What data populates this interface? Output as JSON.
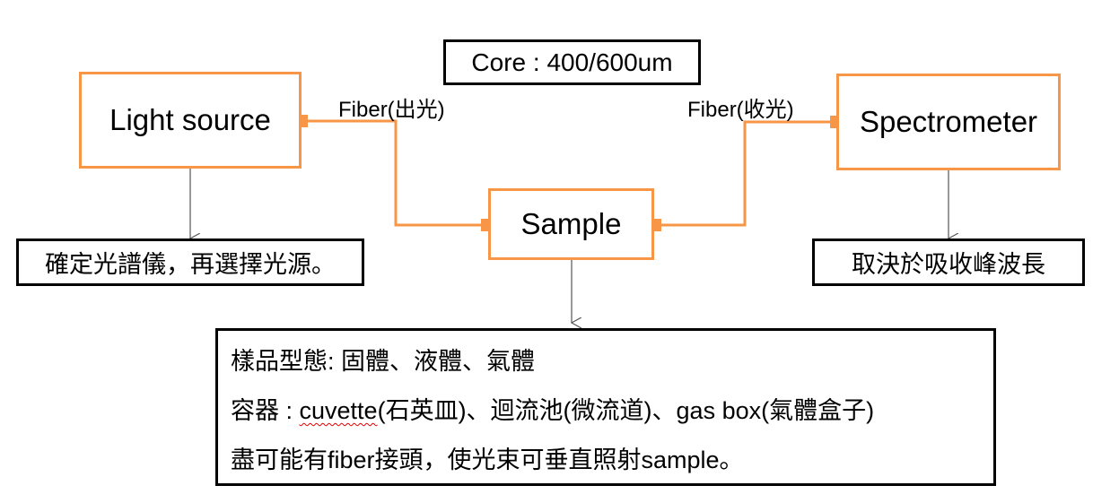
{
  "core_label": "Core : 400/600um",
  "nodes": {
    "light_source": "Light source",
    "sample": "Sample",
    "spectrometer": "Spectrometer"
  },
  "fibers": {
    "out": "Fiber(出光)",
    "in": "Fiber(收光)"
  },
  "notes": {
    "light_source": "確定光譜儀，再選擇光源。",
    "spectrometer": "取決於吸收峰波長",
    "sample": {
      "line1": "樣品型態: 固體、液體、氣體",
      "line2_prefix": "容器 : ",
      "line2_underlined": "cuvette",
      "line2_rest": "(石英皿)、迴流池(微流道)、gas box(氣體盒子)",
      "line3": "盡可能有fiber接頭，使光束可垂直照射sample。"
    }
  },
  "colors": {
    "box_border": "#F79646",
    "connector": "#F79646",
    "note_border": "#000000",
    "arrow": "#555555",
    "spellcheck_underline": "#e00000"
  }
}
